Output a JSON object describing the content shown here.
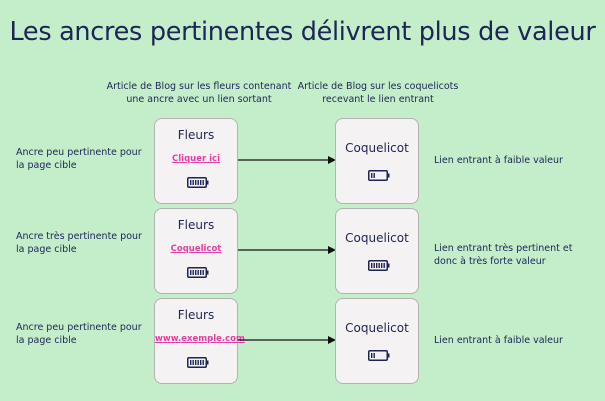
{
  "title": "Les ancres pertinentes délivrent plus de valeur",
  "column_headers": {
    "left": "Article de Blog sur les fleurs contenant une ancre avec un lien sortant",
    "right": "Article de Blog sur les coquelicots recevant le lien entrant"
  },
  "rows": [
    {
      "anchor_label": "Ancre peu pertinente pour la page cible",
      "source": {
        "name": "Fleurs",
        "link_text": "Cliquer ici",
        "battery_level": 1.0
      },
      "target": {
        "name": "Coquelicot",
        "battery_level": 0.25
      },
      "result_label": "Lien entrant à faible valeur"
    },
    {
      "anchor_label": "Ancre très pertinente pour la page cible",
      "source": {
        "name": "Fleurs",
        "link_text": "Coquelicot",
        "battery_level": 1.0
      },
      "target": {
        "name": "Coquelicot",
        "battery_level": 1.0
      },
      "result_label": "Lien entrant très pertinent et donc à très forte valeur"
    },
    {
      "anchor_label": "Ancre peu pertinente pour la page cible",
      "source": {
        "name": "Fleurs",
        "link_text": "www.exemple.com",
        "battery_level": 1.0
      },
      "target": {
        "name": "Coquelicot",
        "battery_level": 0.25
      },
      "result_label": "Lien entrant à faible valeur"
    }
  ],
  "colors": {
    "background": "#c3eec9",
    "text": "#1d2456",
    "link": "#e33ea1",
    "card_fill": "#f4f2f2",
    "card_border": "#b7b2b2"
  },
  "icons": [
    "battery-full-icon",
    "battery-low-icon",
    "arrow-right-icon"
  ]
}
